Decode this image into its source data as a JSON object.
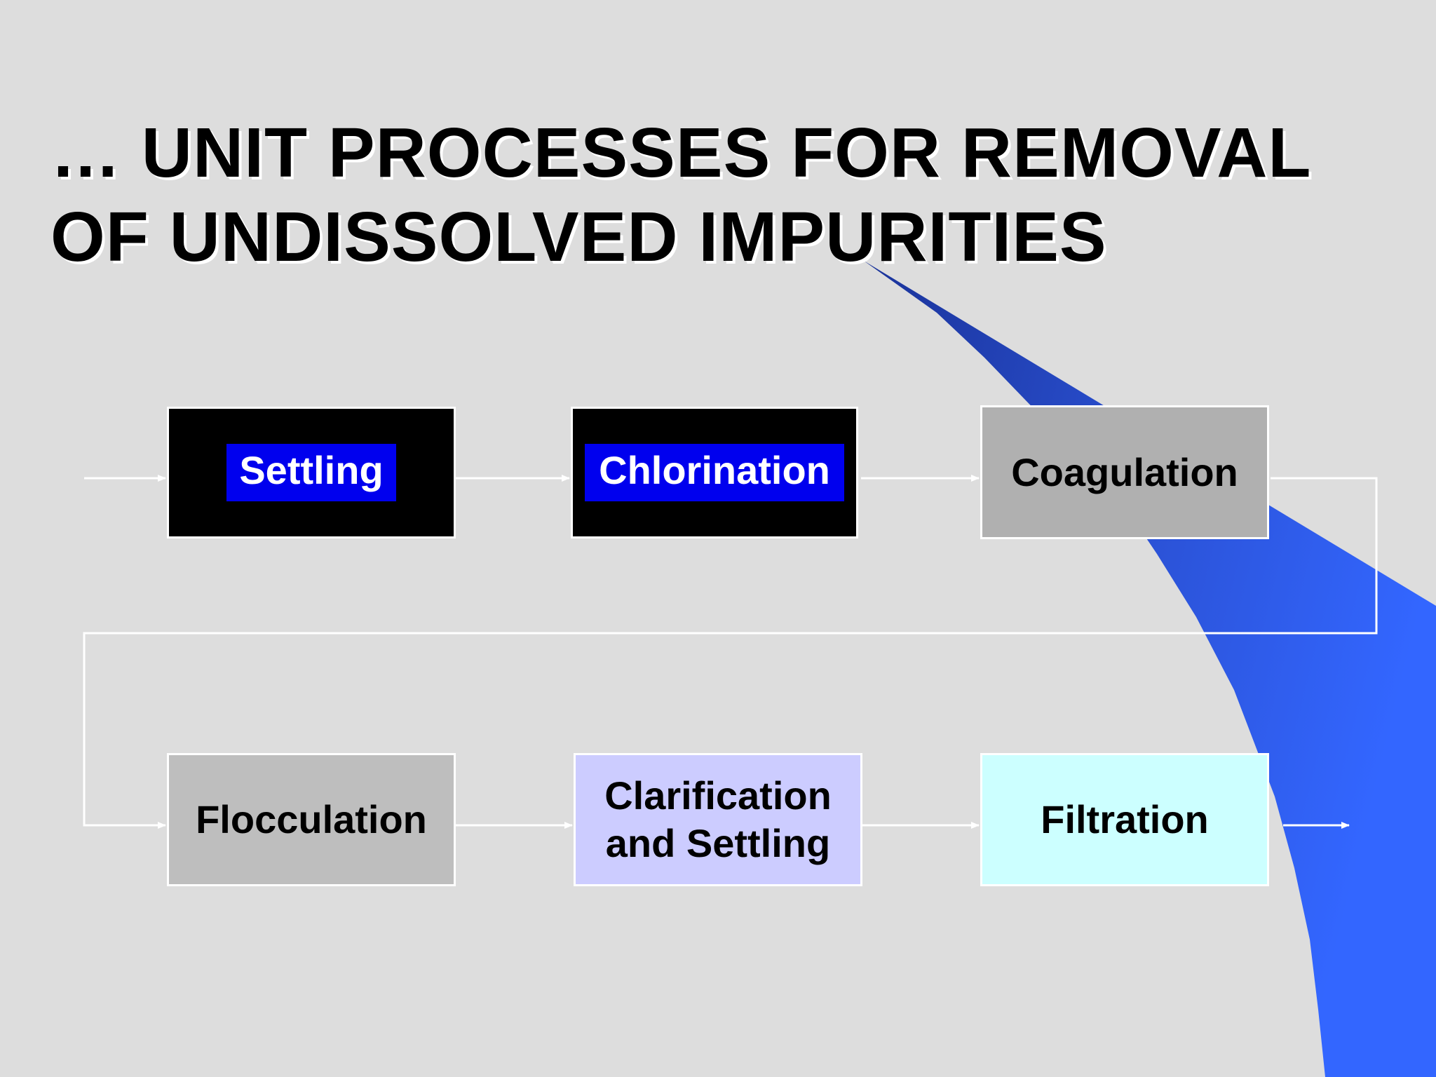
{
  "slide": {
    "title_lines": [
      "… UNIT PROCESSES FOR REMOVAL",
      "OF UNDISSOLVED IMPURITIES"
    ]
  },
  "colors": {
    "background": "#dddddd",
    "accent_blue": "#3366ff",
    "accent_dark_blue": "#1a3399",
    "highlight_blue": "#0000ee",
    "connector": "#ffffff"
  },
  "processes": [
    {
      "id": "settling",
      "label": "Settling",
      "fill": "#000000",
      "highlighted": true
    },
    {
      "id": "chlorination",
      "label": "Chlorination",
      "fill": "#000000",
      "highlighted": true
    },
    {
      "id": "coagulation",
      "label": "Coagulation",
      "fill": "#b0b0b0",
      "highlighted": false
    },
    {
      "id": "flocculation",
      "label": "Flocculation",
      "fill": "#bebebe",
      "highlighted": false
    },
    {
      "id": "clarification",
      "label": "Clarification\nand Settling",
      "fill": "#ccccff",
      "highlighted": false
    },
    {
      "id": "filtration",
      "label": "Filtration",
      "fill": "#ccffff",
      "highlighted": false
    }
  ],
  "flow": [
    [
      "start",
      "settling"
    ],
    [
      "settling",
      "chlorination"
    ],
    [
      "chlorination",
      "coagulation"
    ],
    [
      "coagulation",
      "flocculation"
    ],
    [
      "flocculation",
      "clarification"
    ],
    [
      "clarification",
      "filtration"
    ],
    [
      "filtration",
      "end"
    ]
  ]
}
